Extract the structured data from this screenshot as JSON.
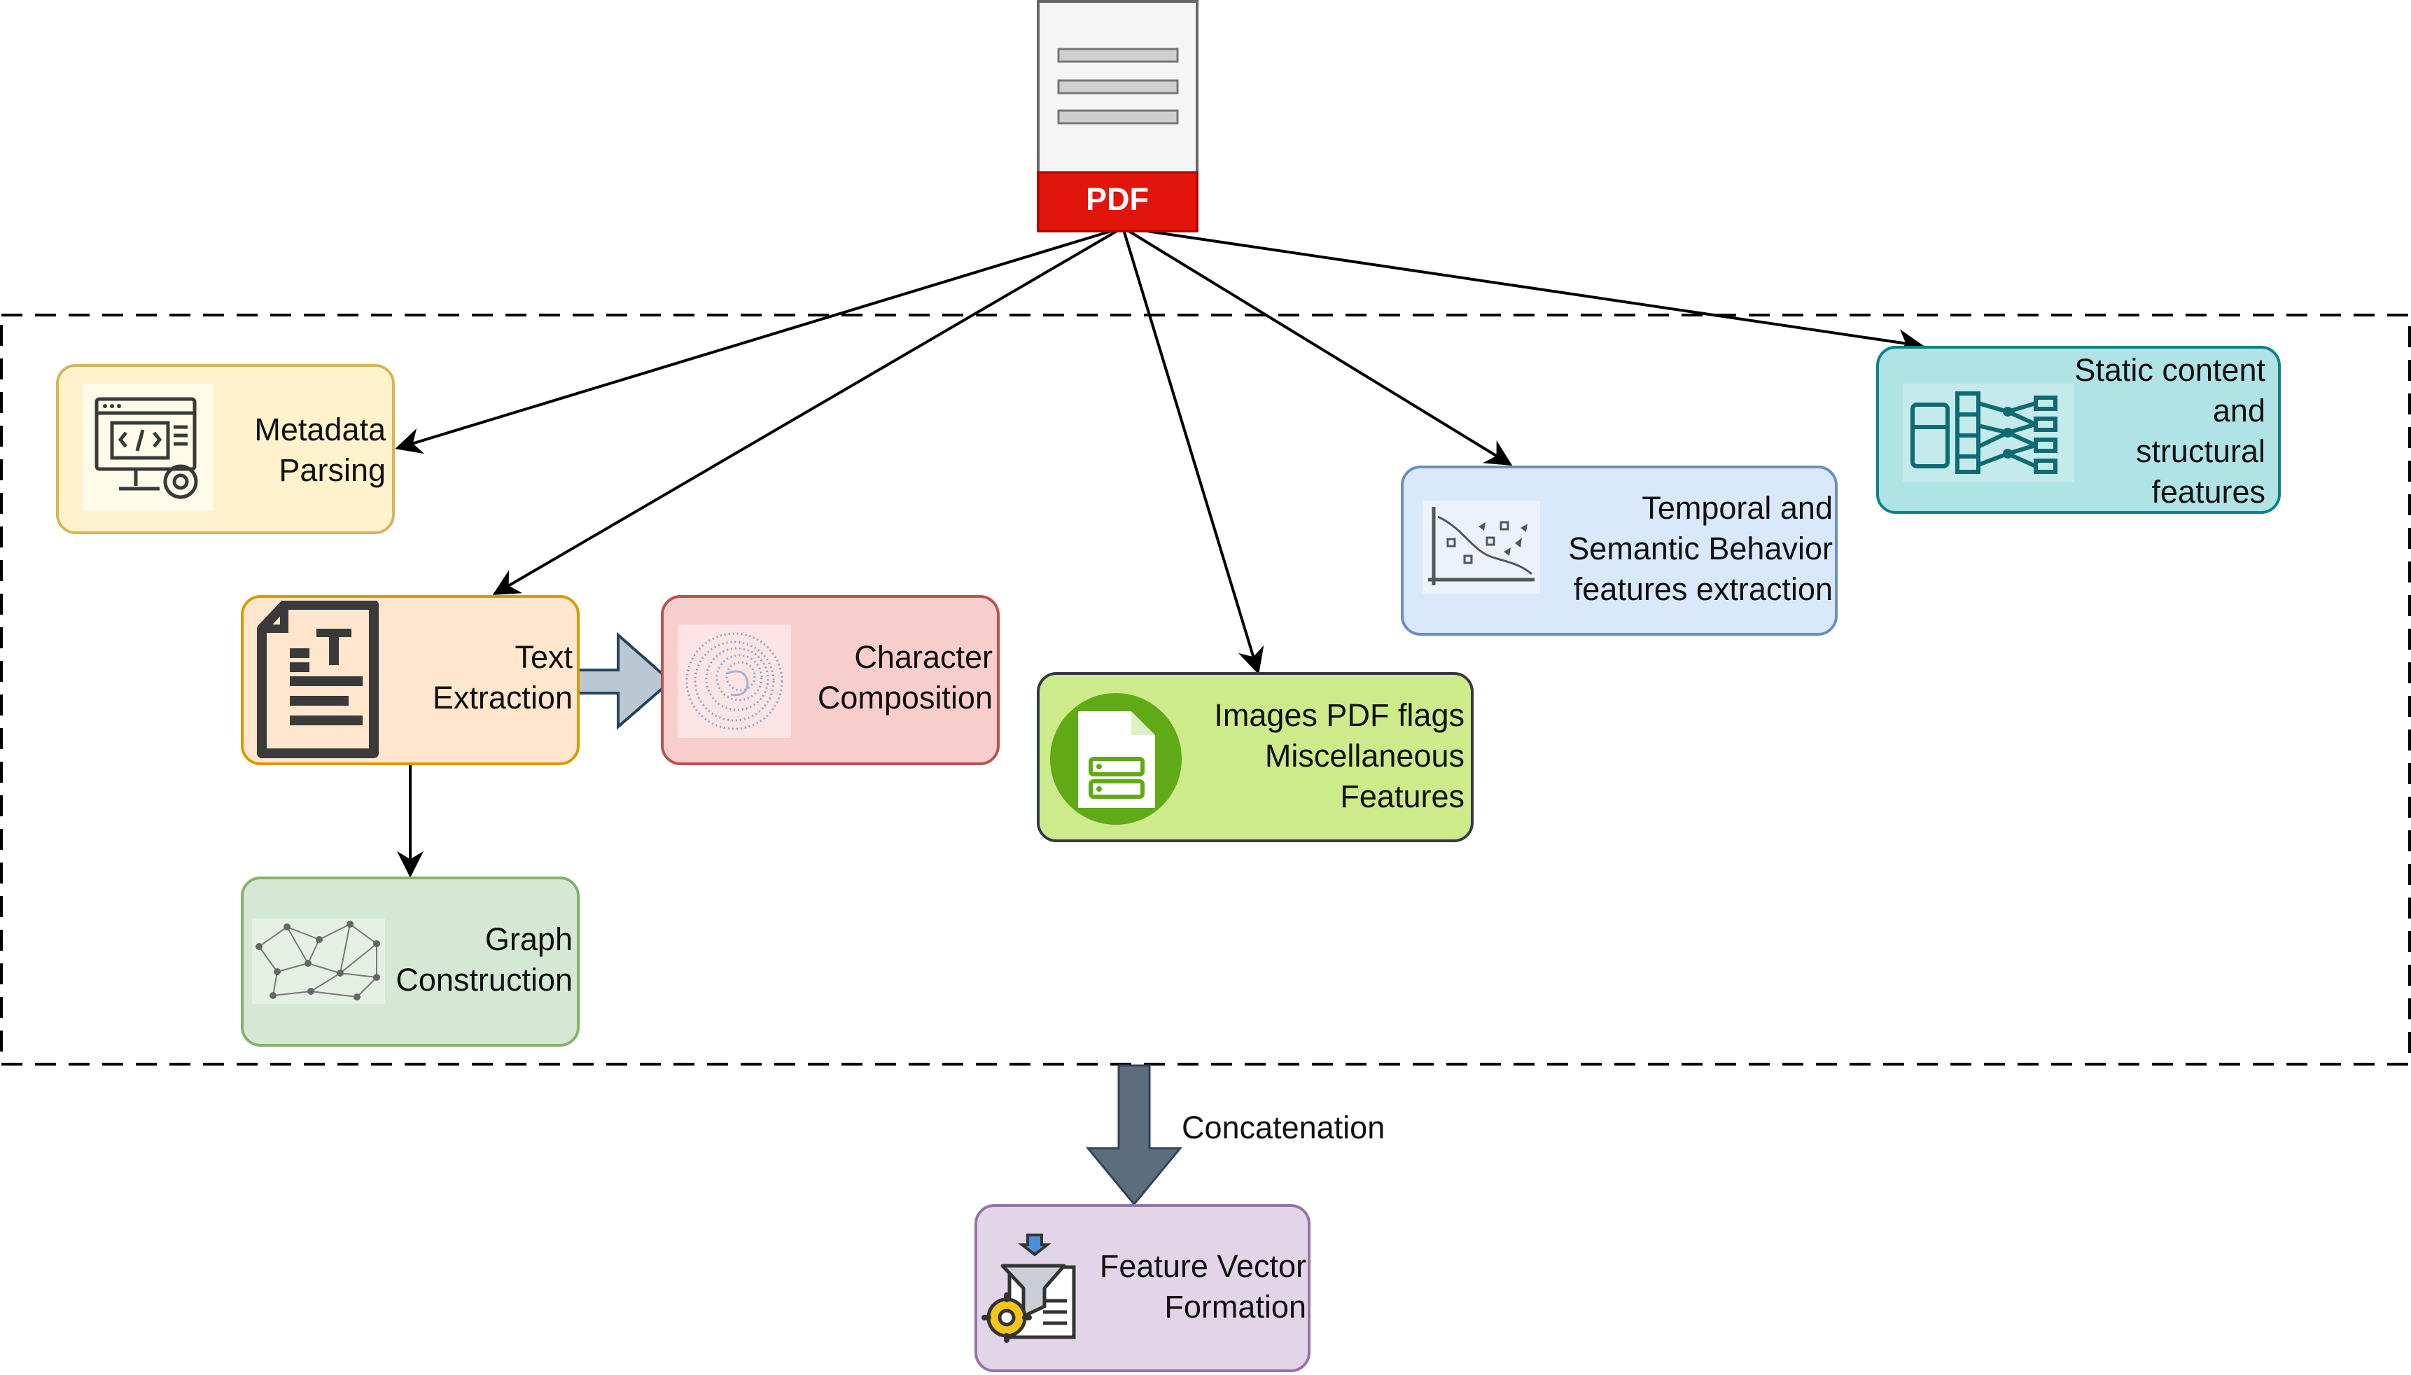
{
  "source": {
    "label": "PDF"
  },
  "nodes": {
    "metadata": {
      "lines": [
        "Metadata",
        "Parsing"
      ],
      "fill": "#fff2cc",
      "stroke": "#d6b656",
      "icon": "code-monitor-gear-icon"
    },
    "text": {
      "lines": [
        "Text",
        "Extraction"
      ],
      "fill": "#ffe6cc",
      "stroke": "#d79b00",
      "icon": "text-document-icon"
    },
    "character": {
      "lines": [
        "Character",
        "Composition"
      ],
      "fill": "#f8cecc",
      "stroke": "#b85450",
      "icon": "character-spiral-icon"
    },
    "graph": {
      "lines": [
        "Graph",
        "Construction"
      ],
      "fill": "#d5e8d4",
      "stroke": "#82b366",
      "icon": "network-graph-icon"
    },
    "images": {
      "lines": [
        "Images PDF flags",
        "Miscellaneous",
        "Features"
      ],
      "fill": "#cdeb8b",
      "stroke": "#36393d",
      "icon": "document-circle-icon"
    },
    "temporal": {
      "lines": [
        "Temporal and",
        "Semantic Behavior",
        "features extraction"
      ],
      "fill": "#dae8fc",
      "stroke": "#6c8ebf",
      "icon": "scatter-plot-icon"
    },
    "static": {
      "lines": [
        "Static content",
        "and",
        "structural",
        "features"
      ],
      "fill": "#b0e3e6",
      "stroke": "#0e8088",
      "icon": "neural-network-icon"
    },
    "feature": {
      "lines": [
        "Feature Vector",
        "Formation"
      ],
      "fill": "#e1d5e7",
      "stroke": "#9673a6",
      "icon": "funnel-gear-icon"
    }
  },
  "concat_label": "Concatenation",
  "colors": {
    "pdf_red": "#e3140b",
    "arrow": "#000000",
    "big_arrow": "#5c6e7e",
    "small_arrow": "#bac8d3"
  }
}
